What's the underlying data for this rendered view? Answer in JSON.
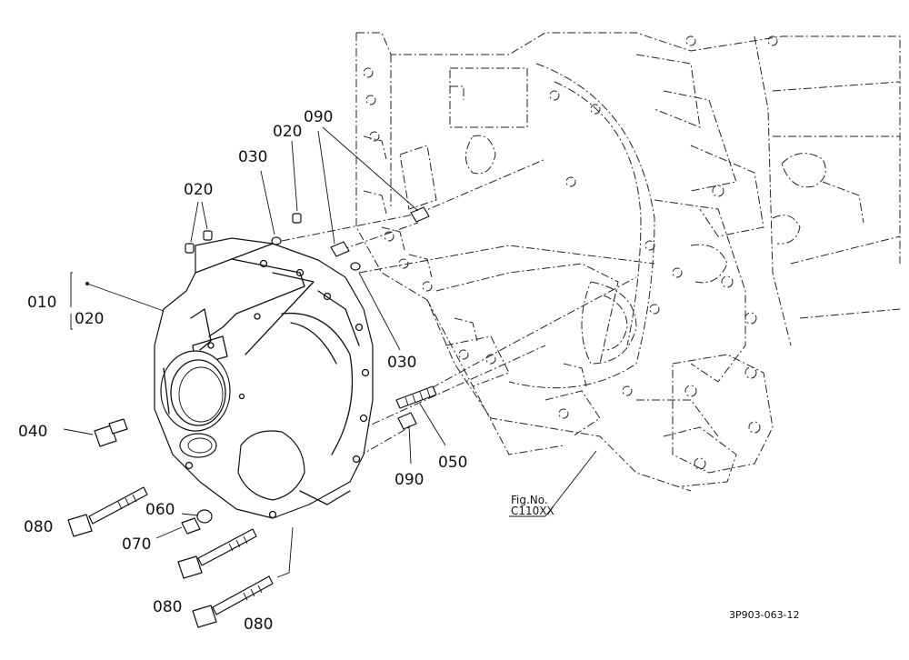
{
  "labels": {
    "p010": "010",
    "p020_bracket": "020",
    "p020_top_left": "020",
    "p020_top_right": "020",
    "p030_top": "030",
    "p030_mid": "030",
    "p040": "040",
    "p050": "050",
    "p060": "060",
    "p070": "070",
    "p080_a": "080",
    "p080_b": "080",
    "p080_c": "080",
    "p090_top": "090",
    "p090_bottom": "090"
  },
  "fig_ref": {
    "line1": "Fig.No.",
    "line2": "C110XX"
  },
  "diagram_code": "3P903-063-12"
}
